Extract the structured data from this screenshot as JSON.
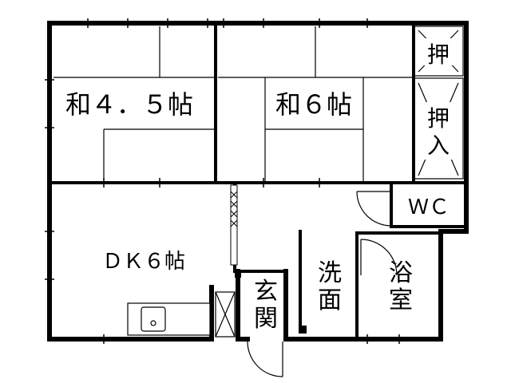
{
  "rooms": {
    "washitsu_45": "和４．５帖",
    "washitsu_6": "和６帖",
    "dk_6": "ＤＫ６帖",
    "oshi_small": "押",
    "oshiire_top": "押",
    "oshiire_bottom": "入",
    "wc": "ＷＣ",
    "genkan_top": "玄",
    "genkan_bottom": "関",
    "senmen_top": "洗",
    "senmen_bottom": "面",
    "yokushitsu_top": "浴",
    "yokushitsu_bottom": "室"
  },
  "colors": {
    "wall": "#000000",
    "line": "#000000",
    "background": "#ffffff"
  }
}
